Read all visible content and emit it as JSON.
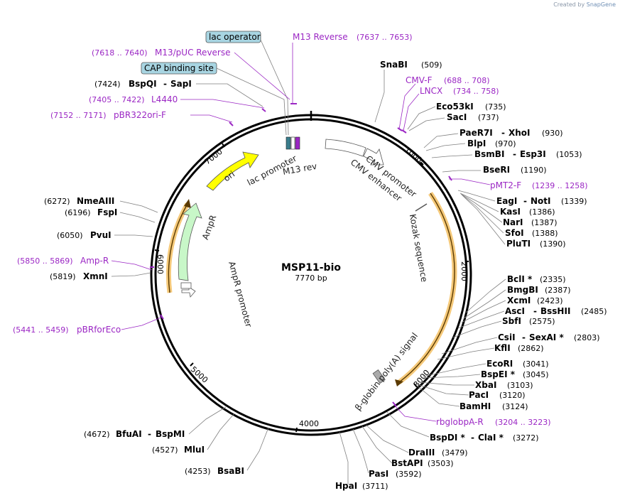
{
  "watermark": {
    "prefix": "Created by",
    "brand": "SnapGene"
  },
  "plasmid": {
    "name": "MSP11-bio",
    "size": "7770 bp"
  },
  "ticks": [
    "1000",
    "2000",
    "3000",
    "4000",
    "5000",
    "6000",
    "7000"
  ],
  "features": {
    "ori": "ori",
    "ampr": "AmpR",
    "ampr_promoter": "AmpR promoter",
    "lac_promoter": "lac promoter",
    "m13_rev": "M13 rev",
    "cmv_promoter": "CMV promoter",
    "cmv_enhancer": "CMV enhancer",
    "kozak": "Kozak sequence",
    "polya": "β-globin poly(A) signal"
  },
  "boxed_labels": {
    "lac_operator": "lac operator",
    "cap_site": "CAP binding site"
  },
  "enzymes": [
    {
      "name": "SnaBI",
      "pos": "(509)"
    },
    {
      "name": "Eco53kI",
      "pos": "(735)"
    },
    {
      "name": "SacI",
      "pos": "(737)"
    },
    {
      "name": "PaeR7I",
      "sep": "-",
      "name2": "XhoI",
      "pos": "(930)"
    },
    {
      "name": "BlpI",
      "pos": "(970)"
    },
    {
      "name": "BsmBI",
      "sep": "-",
      "name2": "Esp3I",
      "pos": "(1053)"
    },
    {
      "name": "BseRI",
      "pos": "(1190)"
    },
    {
      "name": "EagI",
      "sep": "-",
      "name2": "NotI",
      "pos": "(1339)"
    },
    {
      "name": "KasI",
      "pos": "(1386)"
    },
    {
      "name": "NarI",
      "pos": "(1387)"
    },
    {
      "name": "SfoI",
      "pos": "(1388)"
    },
    {
      "name": "PluTI",
      "pos": "(1390)"
    },
    {
      "name": "BclI *",
      "pos": "(2335)"
    },
    {
      "name": "BmgBI",
      "pos": "(2387)"
    },
    {
      "name": "XcmI",
      "pos": "(2423)"
    },
    {
      "name": "AscI",
      "sep": "-",
      "name2": "BssHII",
      "pos": "(2485)"
    },
    {
      "name": "SbfI",
      "pos": "(2575)"
    },
    {
      "name": "CsiI",
      "sep": "-",
      "name2": "SexAI *",
      "pos": "(2803)"
    },
    {
      "name": "KflI",
      "pos": "(2862)"
    },
    {
      "name": "EcoRI",
      "pos": "(3041)"
    },
    {
      "name": "BspEI *",
      "pos": "(3045)"
    },
    {
      "name": "XbaI",
      "pos": "(3103)"
    },
    {
      "name": "PacI",
      "pos": "(3120)"
    },
    {
      "name": "BamHI",
      "pos": "(3124)"
    },
    {
      "name": "BspDI *",
      "sep": "-",
      "name2": "ClaI *",
      "pos": "(3272)"
    },
    {
      "name": "DraIII",
      "pos": "(3479)"
    },
    {
      "name": "BstAPI",
      "pos": "(3503)"
    },
    {
      "name": "PasI",
      "pos": "(3592)"
    },
    {
      "name": "HpaI",
      "pos": "(3711)"
    },
    {
      "name": "BsaBI",
      "pos": "(4253)"
    },
    {
      "name": "MluI",
      "pos": "(4527)"
    },
    {
      "name": "BfuAI",
      "sep": "-",
      "name2": "BspMI",
      "pos": "(4672)"
    },
    {
      "name": "XmnI",
      "pos": "(5819)"
    },
    {
      "name": "PvuI",
      "pos": "(6050)"
    },
    {
      "name": "FspI",
      "pos": "(6196)"
    },
    {
      "name": "NmeAIII",
      "pos": "(6272)"
    },
    {
      "name": "BspQI",
      "sep": "-",
      "name2": "SapI",
      "pos": "(7424)"
    }
  ],
  "primers": [
    {
      "name": "M13 Reverse",
      "pos": "(7637 .. 7653)"
    },
    {
      "name": "M13/pUC Reverse",
      "pos": "(7618 .. 7640)"
    },
    {
      "name": "L4440",
      "pos": "(7405 .. 7422)"
    },
    {
      "name": "pBR322ori-F",
      "pos": "(7152 .. 7171)"
    },
    {
      "name": "CMV-F",
      "pos": "(688 .. 708)"
    },
    {
      "name": "LNCX",
      "pos": "(734 .. 758)"
    },
    {
      "name": "pMT2-F",
      "pos": "(1239 .. 1258)"
    },
    {
      "name": "rbglobpA-R",
      "pos": "(3204 .. 3223)"
    },
    {
      "name": "Amp-R",
      "pos": "(5850 .. 5869)"
    },
    {
      "name": "pBRforEco",
      "pos": "(5441 .. 5459)"
    }
  ],
  "colors": {
    "backbone": "#000000",
    "ori": "#ffff00",
    "ampr": "#c8f7c8",
    "highlight": "#f5c97a",
    "primer": "#9b27c4",
    "box_fill": "#a8d5e2",
    "enzyme_line": "#7f7f7f"
  }
}
